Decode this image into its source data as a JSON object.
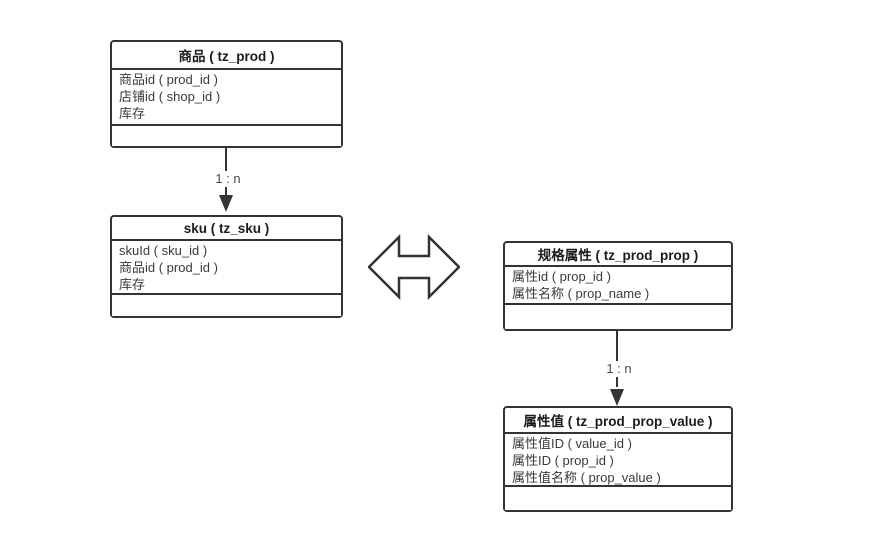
{
  "diagram": {
    "tables": [
      {
        "name": "prod",
        "title": "商品 ( tz_prod )",
        "rows": [
          "商品id ( prod_id )",
          "店铺id ( shop_id )",
          "库存"
        ]
      },
      {
        "name": "sku",
        "title": "sku ( tz_sku )",
        "rows": [
          "skuId ( sku_id )",
          "商品id ( prod_id )",
          "库存"
        ]
      },
      {
        "name": "prod_prop",
        "title": "规格属性 ( tz_prod_prop )",
        "rows": [
          "属性id ( prop_id )",
          "属性名称 ( prop_name )"
        ]
      },
      {
        "name": "prod_prop_value",
        "title": "属性值 ( tz_prod_prop_value )",
        "rows": [
          "属性值ID ( value_id )",
          "属性ID ( prop_id )",
          "属性值名称 ( prop_value )"
        ]
      }
    ],
    "connectors": [
      {
        "from": "prod",
        "to": "sku",
        "label": "1 : n"
      },
      {
        "from": "prod_prop",
        "to": "prod_prop_value",
        "label": "1 : n"
      }
    ],
    "colors": {
      "border": "#333333",
      "row_text": "#3a3a3a",
      "title_text": "#1b1b1b",
      "label_text": "#4a4a4a",
      "background": "#ffffff"
    }
  }
}
